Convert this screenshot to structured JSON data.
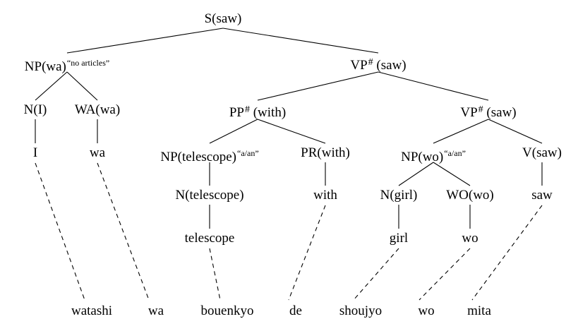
{
  "tree": {
    "nodes": [
      {
        "id": "s",
        "label": "S(saw)"
      },
      {
        "id": "np_wa",
        "label": "NP(wa)",
        "annotation": "“no articles”"
      },
      {
        "id": "vp_top",
        "label": "VP",
        "hash": "#",
        "after": " (saw)"
      },
      {
        "id": "n_i",
        "label": "N(I)"
      },
      {
        "id": "wa_wa",
        "label": "WA(wa)"
      },
      {
        "id": "pp_with",
        "label": "PP",
        "hash": "#",
        "after": " (with)"
      },
      {
        "id": "vp_saw",
        "label": "VP",
        "hash": "#",
        "after": " (saw)"
      },
      {
        "id": "w_i",
        "label": "I"
      },
      {
        "id": "w_wa",
        "label": "wa"
      },
      {
        "id": "np_tel",
        "label": "NP(telescope)",
        "annotation": "“a/an”"
      },
      {
        "id": "pr_with",
        "label": "PR(with)"
      },
      {
        "id": "np_wo",
        "label": "NP(wo)",
        "annotation": "“a/an”"
      },
      {
        "id": "v_saw",
        "label": "V(saw)"
      },
      {
        "id": "n_tel",
        "label": "N(telescope)"
      },
      {
        "id": "w_with",
        "label": "with"
      },
      {
        "id": "n_girl",
        "label": "N(girl)"
      },
      {
        "id": "wo_wo",
        "label": "WO(wo)"
      },
      {
        "id": "w_saw",
        "label": "saw"
      },
      {
        "id": "w_telescope",
        "label": "telescope"
      },
      {
        "id": "w_girl",
        "label": "girl"
      },
      {
        "id": "w_wo",
        "label": "wo"
      },
      {
        "id": "j_watashi",
        "label": "watashi"
      },
      {
        "id": "j_wa",
        "label": "wa"
      },
      {
        "id": "j_bouenkyo",
        "label": "bouenkyo"
      },
      {
        "id": "j_de",
        "label": "de"
      },
      {
        "id": "j_shoujyo",
        "label": "shoujyo"
      },
      {
        "id": "j_wo",
        "label": "wo"
      },
      {
        "id": "j_mita",
        "label": "mita"
      }
    ],
    "edges": [
      [
        "s",
        "np_wa"
      ],
      [
        "s",
        "vp_top"
      ],
      [
        "np_wa",
        "n_i"
      ],
      [
        "np_wa",
        "wa_wa"
      ],
      [
        "vp_top",
        "pp_with"
      ],
      [
        "vp_top",
        "vp_saw"
      ],
      [
        "n_i",
        "w_i"
      ],
      [
        "wa_wa",
        "w_wa"
      ],
      [
        "pp_with",
        "np_tel"
      ],
      [
        "pp_with",
        "pr_with"
      ],
      [
        "vp_saw",
        "np_wo"
      ],
      [
        "vp_saw",
        "v_saw"
      ],
      [
        "np_tel",
        "n_tel"
      ],
      [
        "pr_with",
        "w_with"
      ],
      [
        "np_wo",
        "n_girl"
      ],
      [
        "np_wo",
        "wo_wo"
      ],
      [
        "v_saw",
        "w_saw"
      ],
      [
        "n_tel",
        "w_telescope"
      ],
      [
        "n_girl",
        "w_girl"
      ],
      [
        "wo_wo",
        "w_wo"
      ]
    ],
    "alignments": [
      [
        "w_i",
        "j_watashi"
      ],
      [
        "w_wa",
        "j_wa"
      ],
      [
        "w_telescope",
        "j_bouenkyo"
      ],
      [
        "w_with",
        "j_de"
      ],
      [
        "w_girl",
        "j_shoujyo"
      ],
      [
        "w_wo",
        "j_wo"
      ],
      [
        "w_saw",
        "j_mita"
      ]
    ]
  }
}
